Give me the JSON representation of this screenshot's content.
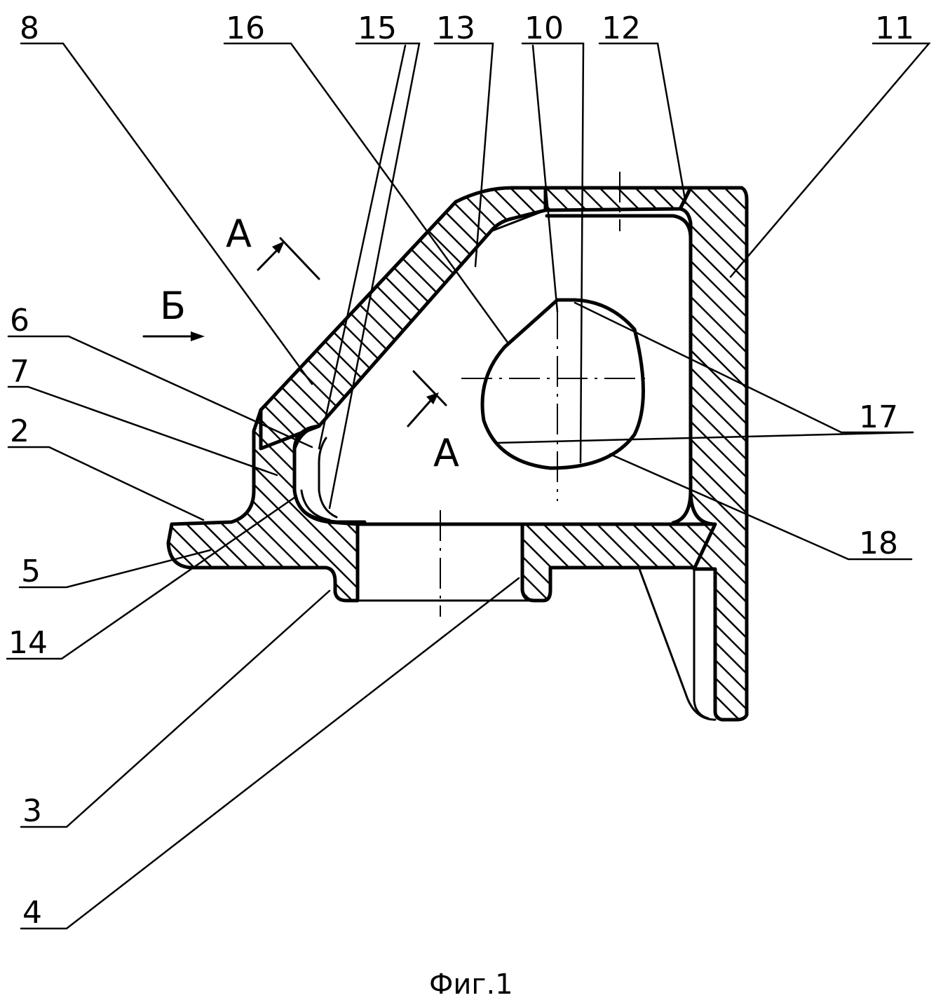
{
  "figure": {
    "caption": "Фиг.1",
    "section_marks": {
      "a_top": "А",
      "a_center": "А",
      "view_b": "Б"
    },
    "callouts": [
      "8",
      "16",
      "15",
      "13",
      "10",
      "12",
      "11",
      "6",
      "7",
      "2",
      "5",
      "14",
      "3",
      "4",
      "17",
      "18"
    ],
    "colors": {
      "ink": "#000000",
      "paper": "#ffffff"
    }
  }
}
